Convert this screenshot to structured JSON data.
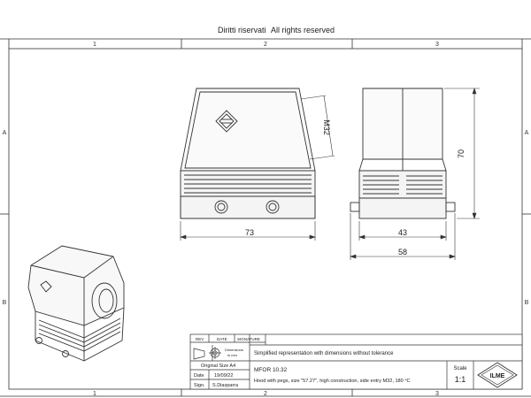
{
  "header": {
    "rights_it": "Diritti riservati",
    "rights_en": "All rights reserved"
  },
  "grid": {
    "columns": [
      "1",
      "2",
      "3"
    ],
    "rows": [
      "A",
      "B"
    ]
  },
  "views": {
    "front": {
      "width_label": "73",
      "entry_label": "M32"
    },
    "side": {
      "height_label": "70",
      "body_width_label": "43",
      "overall_width_label": "58"
    }
  },
  "title_block": {
    "rev_header": "REV",
    "date_header": "DATE",
    "signature_header": "SIGNATURE",
    "note": "Simplified representation with dimensions without tolerance",
    "dimensions_label": "Dimensions",
    "dimensions_unit": "in mm",
    "original_size": "Original Size A4",
    "date_label": "Date",
    "date_value": "19/09/22",
    "sign_label": "Sign.",
    "sign_value": "S.Diasparra",
    "product_code": "MFOR 10.32",
    "product_description": "Hood with pegs, size \"57.27\", high construction, side entry M32, 180 °C",
    "scale_label": "Scale",
    "scale_value": "1:1",
    "logo_text": "ILME"
  }
}
